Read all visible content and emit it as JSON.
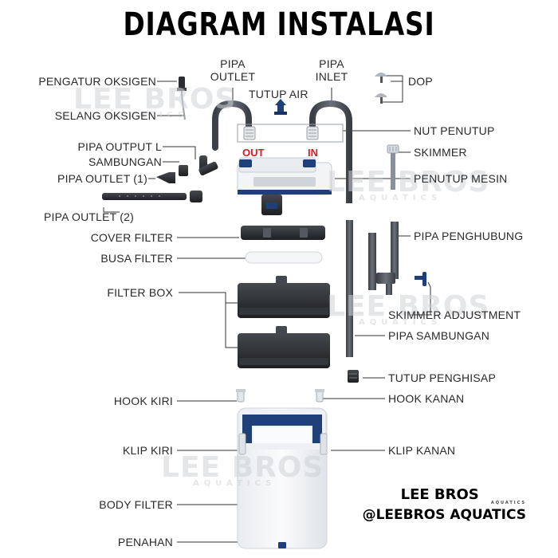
{
  "title": "DIAGRAM INSTALASI",
  "labels": {
    "pengatur_oksigen": "PENGATUR OKSIGEN",
    "selang_oksigen": "SELANG OKSIGEN",
    "pipa_output_l": "PIPA OUTPUT L",
    "sambungan": "SAMBUNGAN",
    "pipa_outlet_1": "PIPA OUTLET (1)",
    "pipa_outlet_2": "PIPA OUTLET (2)",
    "cover_filter": "COVER FILTER",
    "busa_filter": "BUSA FILTER",
    "filter_box": "FILTER BOX",
    "hook_kiri": "HOOK KIRI",
    "klip_kiri": "KLIP KIRI",
    "body_filter": "BODY FILTER",
    "penahan": "PENAHAN",
    "pipa_outlet_line1": "PIPA",
    "pipa_outlet_line2": "OUTLET",
    "tutup_air": "TUTUP AIR",
    "pipa_inlet_line1": "PIPA",
    "pipa_inlet_line2": "INLET",
    "dop": "DOP",
    "nut_penutup": "NUT PENUTUP",
    "skimmer": "SKIMMER",
    "penutup_mesin": "PENUTUP MESIN",
    "pipa_penghubung": "PIPA PENGHUBUNG",
    "skimmer_adjustment": "SKIMMER ADJUSTMENT",
    "pipa_sambungan": "PIPA SAMBUNGAN",
    "tutup_penghisap": "TUTUP PENGHISAP",
    "hook_kanan": "HOOK KANAN",
    "klip_kanan": "KLIP KANAN"
  },
  "tags": {
    "out": "OUT",
    "in": "IN"
  },
  "watermark": {
    "main": "LEE BROS",
    "sub": "AQUATICS"
  },
  "brand": {
    "logo": "LEE BROS",
    "logo_sub": "AQUATICS",
    "handle": "@LEEBROS AQUATICS"
  },
  "colors": {
    "accent_blue": "#1f3f78",
    "dark_part": "#2e3034",
    "pipe": "#4b5058",
    "out_in_text": "#d21e1e",
    "line": "#333333"
  }
}
